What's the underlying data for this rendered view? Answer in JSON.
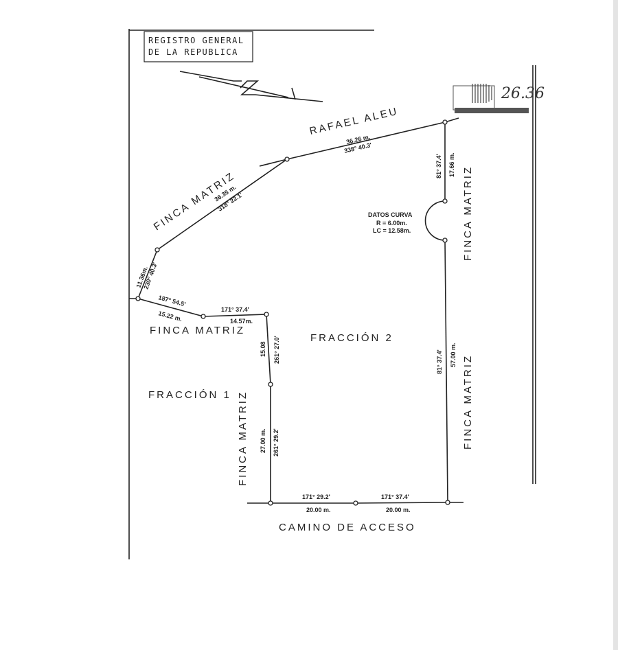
{
  "header": {
    "line1": "REGISTRO GENERAL",
    "line2": "DE LA REPUBLICA"
  },
  "stamp": {
    "handwritten_number": "26.36"
  },
  "boundaries": {
    "north": "RAFAEL ALEU",
    "northwest": "FINCA MATRIZ",
    "west_upper": "FINCA MATRIZ",
    "west_lower": "FINCA MATRIZ",
    "east_upper": "FINCA MATRIZ",
    "east_lower": "FINCA MATRIZ",
    "south": "CAMINO DE ACCESO"
  },
  "parcels": {
    "fraccion1": "FRACCIÓN 1",
    "fraccion2": "FRACCIÓN 2"
  },
  "curve": {
    "title": "DATOS CURVA",
    "radius": "R = 6.00m.",
    "length": "LC = 12.58m."
  },
  "segments": {
    "north_dist": "36.26 m.",
    "north_bearing": "338° 40.3'",
    "nw_dist": "36.35 m.",
    "nw_bearing": "318° 22.1'",
    "w_dist": "11.36m.",
    "w_bearing": "230° 40.3'",
    "sw_bearing": "187° 54.5'",
    "sw_dist": "15.22 m.",
    "step_bearing": "171° 37.4'",
    "step_dist": "14.57m.",
    "inner_upper_dist": "15.08",
    "inner_upper_bearing": "261° 27.0'",
    "inner_lower_dist": "27.00 m.",
    "inner_lower_bearing": "261° 29.2'",
    "south1_bearing": "171° 29.2'",
    "south1_dist": "20.00 m.",
    "south2_bearing": "171° 37.4'",
    "south2_dist": "20.00 m.",
    "east_upper_bearing": "81° 37.4'",
    "east_upper_dist": "17.66 m.",
    "east_lower_bearing": "81° 37.4'",
    "east_lower_dist": "57.00 m."
  }
}
